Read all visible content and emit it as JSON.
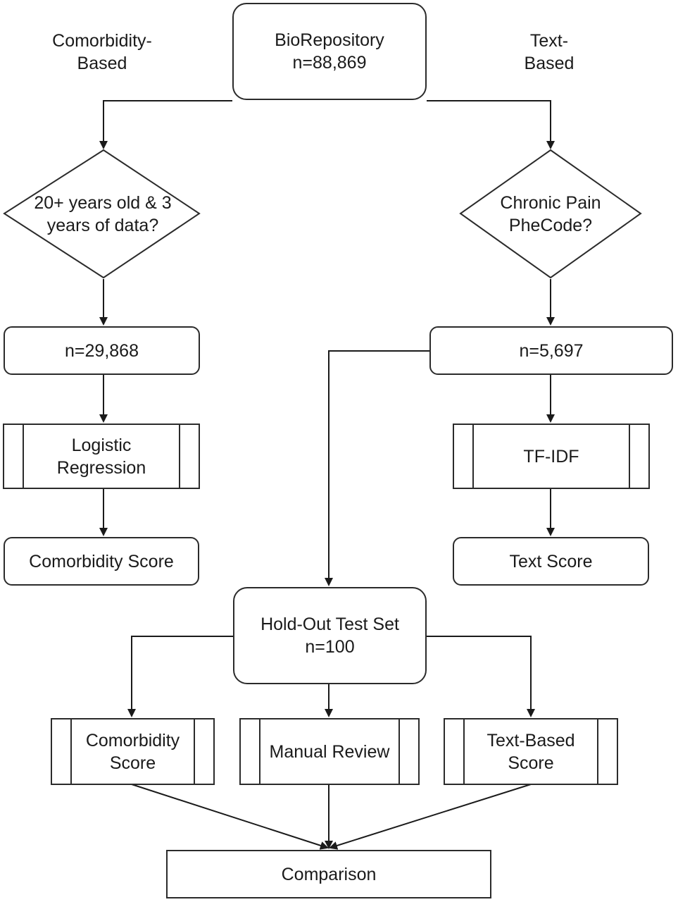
{
  "left_branch_label": "Comorbidity-\nBased",
  "right_branch_label": "Text-\nBased",
  "biorepository": {
    "title": "BioRepository",
    "count": "n=88,869"
  },
  "left_decision": "20+ years old & 3\nyears of data?",
  "right_decision": "Chronic Pain\nPheCode?",
  "left_count": "n=29,868",
  "right_count": "n=5,697",
  "left_model": "Logistic\nRegression",
  "right_model": "TF-IDF",
  "left_score": "Comorbidity Score",
  "right_score": "Text Score",
  "holdout": {
    "title": "Hold-Out Test Set",
    "count": "n=100"
  },
  "eval_comorbidity": "Comorbidity\nScore",
  "eval_manual": "Manual Review",
  "eval_text": "Text-Based\nScore",
  "comparison": "Comparison"
}
